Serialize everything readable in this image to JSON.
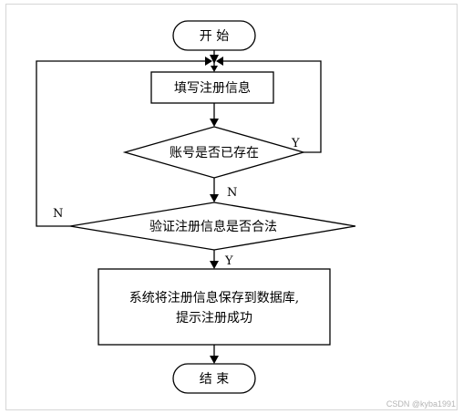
{
  "nodes": {
    "start": "开 始",
    "fill_info": "填写注册信息",
    "check_account": "账号是否已存在",
    "validate_info": "验证注册信息是否合法",
    "save_line1": "系统将注册信息保存到数据库,",
    "save_line2": "提示注册成功",
    "end": "结 束"
  },
  "edges": {
    "account_exists_yes": "Y",
    "account_exists_no": "N",
    "valid_no": "N",
    "valid_yes": "Y"
  },
  "watermark": "CSDN @kyba1991"
}
